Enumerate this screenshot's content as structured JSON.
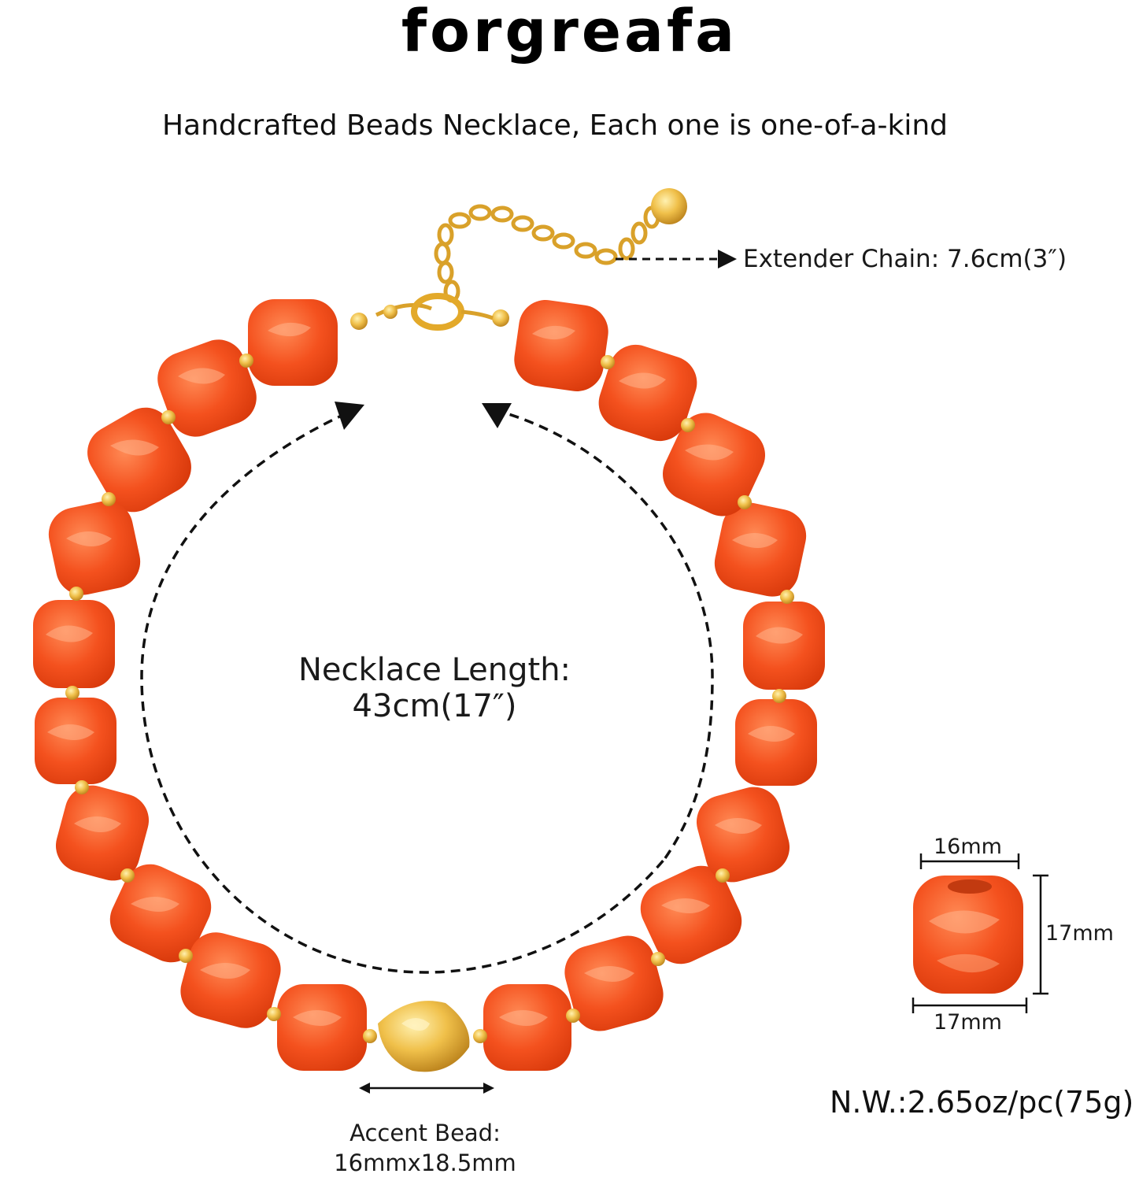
{
  "brand": {
    "name": "forgreafa"
  },
  "tagline": "Handcrafted Beads Necklace,  Each one is one-of-a-kind",
  "annotations": {
    "extender": "Extender Chain: 7.6cm(3″)",
    "length_line1": "Necklace Length:",
    "length_line2": "43cm(17″)",
    "accent_line1": "Accent Bead:",
    "accent_line2": "16mmx18.5mm"
  },
  "bead_dimensions": {
    "top_width": "16mm",
    "height": "17mm",
    "bottom_width": "17mm"
  },
  "net_weight": "N.W.:2.65oz/pc(75g)",
  "colors": {
    "bead_orange": "#f4511e",
    "bead_highlight": "#ffb38a",
    "gold": "#e3a92a",
    "arrow": "#111111"
  }
}
